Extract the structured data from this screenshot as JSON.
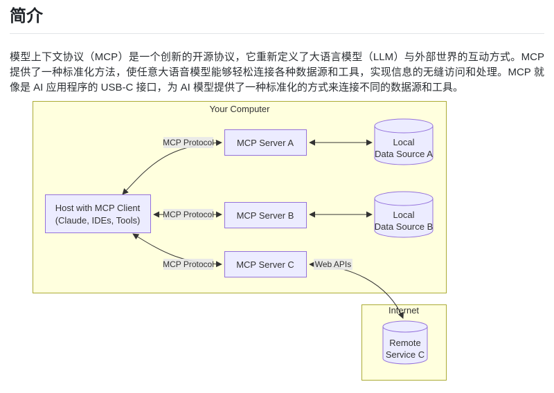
{
  "document": {
    "heading": "简介",
    "paragraph": "模型上下文协议（MCP）是一个创新的开源协议，它重新定义了大语言模型（LLM）与外部世界的互动方式。MCP 提供了一种标准化方法，使任意大语音模型能够轻松连接各种数据源和工具，实现信息的无缝访问和处理。MCP 就像是 AI 应用程序的 USB-C 接口，为 AI 模型提供了一种标准化的方式来连接不同的数据源和工具。"
  },
  "diagram": {
    "clusters": {
      "your_computer": "Your Computer",
      "internet": "Internet"
    },
    "nodes": {
      "host_line1": "Host with MCP Client",
      "host_line2": "(Claude, IDEs, Tools)",
      "server_a": "MCP Server A",
      "server_b": "MCP Server B",
      "server_c": "MCP Server C",
      "ds_a_line1": "Local",
      "ds_a_line2": "Data Source A",
      "ds_b_line1": "Local",
      "ds_b_line2": "Data Source B",
      "remote_line1": "Remote",
      "remote_line2": "Service C"
    },
    "edges": {
      "protocol_label": "MCP Protocol",
      "web_apis_label": "Web APIs"
    },
    "colors": {
      "cluster_fill": "#ffffde",
      "cluster_border": "#aaaa33",
      "node_fill": "#ececff",
      "node_border": "#9370db",
      "edge_line": "#333333",
      "edge_label_bg": "#e8e8e8",
      "text": "#333333"
    }
  }
}
